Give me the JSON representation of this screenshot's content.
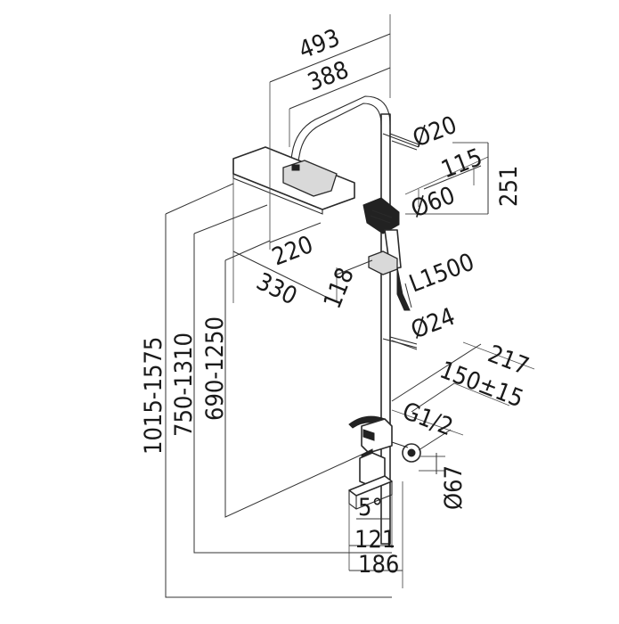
{
  "diagram": {
    "dimensions": {
      "width_493": "493",
      "width_388": "388",
      "pipe_d20": "Ø20",
      "shower_115": "115",
      "height_251": "251",
      "hand_d60": "Ø60",
      "depth_220": "220",
      "depth_330": "330",
      "offset_118": "118",
      "hose_l1500": "L1500",
      "rail_d24": "Ø24",
      "width_217": "217",
      "centers_150": "150±15",
      "thread_g12": "G1/2",
      "flange_d67": "Ø67",
      "angle_5": "5°",
      "shelf_121": "121",
      "shelf_186": "186",
      "height_1015_1575": "1015-1575",
      "height_750_1310": "750-1310",
      "height_690_1250": "690-1250"
    }
  }
}
